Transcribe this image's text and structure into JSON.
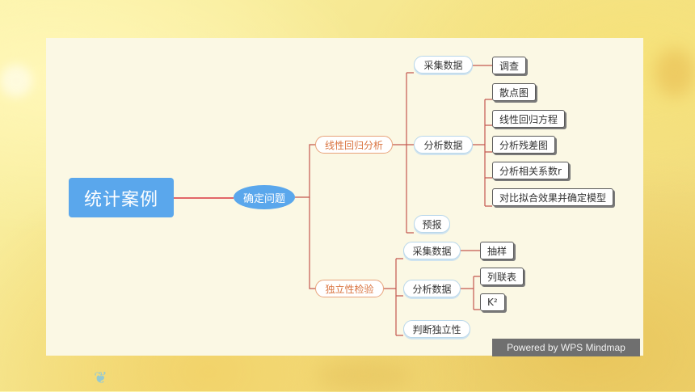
{
  "diagram": {
    "root": "统计案例",
    "center": "确定问题",
    "branches": [
      {
        "label": "线性回归分析",
        "children": [
          {
            "label": "采集数据",
            "leaves": [
              "调查"
            ]
          },
          {
            "label": "分析数据",
            "leaves": [
              "散点图",
              "线性回归方程",
              "分析残差图",
              "分析相关系数r",
              "对比拟合效果并确定模型"
            ]
          },
          {
            "label": "预报",
            "leaves": []
          }
        ]
      },
      {
        "label": "独立性检验",
        "children": [
          {
            "label": "采集数据",
            "leaves": [
              "抽样"
            ]
          },
          {
            "label": "分析数据",
            "leaves": [
              "列联表",
              "K²"
            ]
          },
          {
            "label": "判断独立性",
            "leaves": []
          }
        ]
      }
    ]
  },
  "watermark": "Powered by WPS Mindmap",
  "colors": {
    "node_fill": "#5aa7ec",
    "root_link": "#d9363e",
    "branch_link": "#c4574f",
    "branch_border": "#e8a27a",
    "branch_text": "#d9733f",
    "sub_border": "#b9d7ea"
  }
}
